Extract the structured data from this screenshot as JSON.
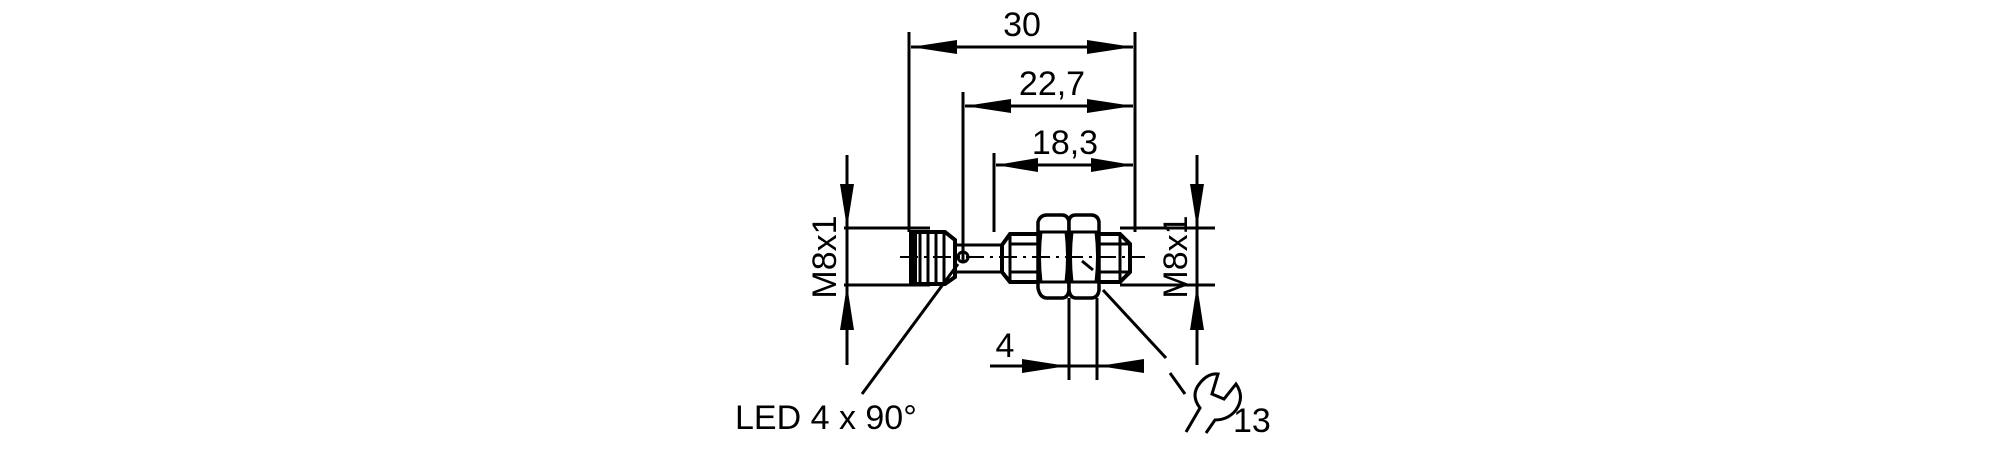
{
  "drawing": {
    "title": "Inductive sensor M8x1 dimension drawing",
    "line_color": "#000000",
    "background": "#ffffff",
    "dimensions": {
      "overall_length": "30",
      "housing_length": "22,7",
      "thread_length": "18,3",
      "connector_thread": "M8x1",
      "housing_thread": "M8x1",
      "nut_width": "4"
    },
    "labels": {
      "led": "LED 4 x 90°",
      "wrench_size": "13"
    },
    "icons": {
      "wrench": "wrench-icon"
    }
  }
}
